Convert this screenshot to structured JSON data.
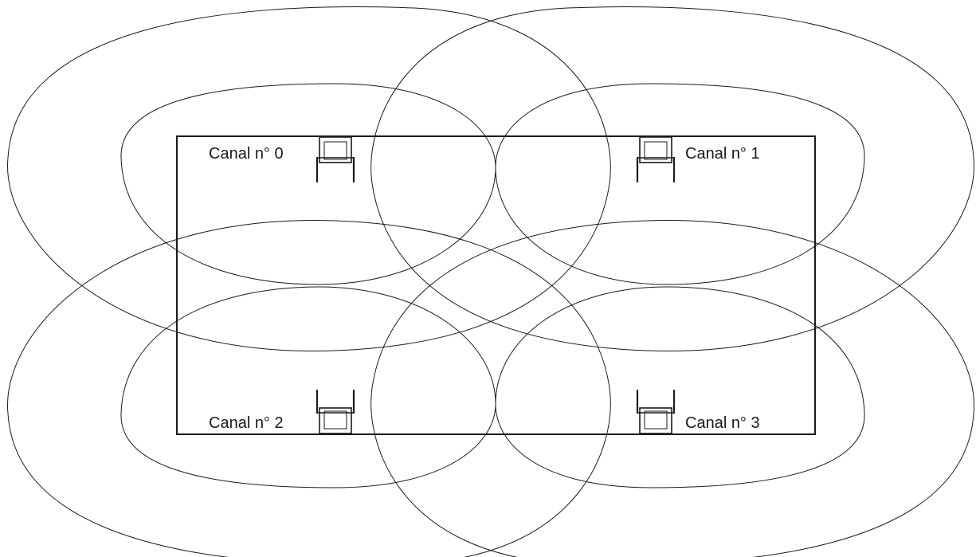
{
  "diagram": {
    "colors": {
      "line": "#1a1a1a",
      "background": "#ffffff"
    },
    "access_points": [
      {
        "label": "Canal n° 0",
        "icon": "wireless-access-point-icon",
        "antennas": "down"
      },
      {
        "label": "Canal n° 1",
        "icon": "wireless-access-point-icon",
        "antennas": "down"
      },
      {
        "label": "Canal n° 2",
        "icon": "wireless-access-point-icon",
        "antennas": "up"
      },
      {
        "label": "Canal n° 3",
        "icon": "wireless-access-point-icon",
        "antennas": "up"
      }
    ]
  }
}
